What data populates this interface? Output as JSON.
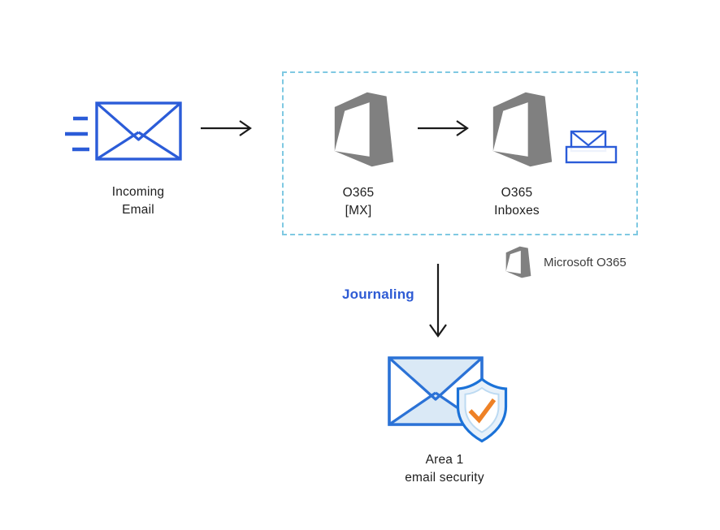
{
  "diagram": {
    "nodes": {
      "incoming_email": {
        "line1": "Incoming",
        "line2": "Email"
      },
      "o365_mx": {
        "line1": "O365",
        "line2": "[MX]"
      },
      "o365_inboxes": {
        "line1": "O365",
        "line2": "Inboxes"
      },
      "area1": {
        "line1": "Area 1",
        "line2": "email security"
      }
    },
    "flow_labels": {
      "journaling": "Journaling"
    },
    "legend": {
      "microsoft_o365": "Microsoft O365"
    },
    "icons": {
      "incoming_email": "envelope-with-speed-lines-icon",
      "o365_mx": "office365-logo-icon",
      "o365_inboxes": "office365-logo-icon",
      "inbox": "envelope-in-tray-icon",
      "area1": "envelope-with-shield-checkmark-icon",
      "arrow_1": "arrow-right-icon",
      "arrow_2": "arrow-right-icon",
      "arrow_3": "arrow-down-icon"
    },
    "colors": {
      "accent_blue": "#2B5CD8",
      "journaling_text_blue": "#2E5BD4",
      "zone_dashed_border": "#7FC9E2",
      "office_gray": "#808080",
      "arrow_black": "#1A1A1A",
      "area1_border_blue": "#2B72D6",
      "area1_light_fill": "#DAE9F6",
      "shield_border_blue": "#1B72D8",
      "shield_ring_fill": "#E7F1FA",
      "check_orange": "#EE8126",
      "label_text": "#1E1E1E",
      "legend_text": "#3C3C3C"
    }
  }
}
